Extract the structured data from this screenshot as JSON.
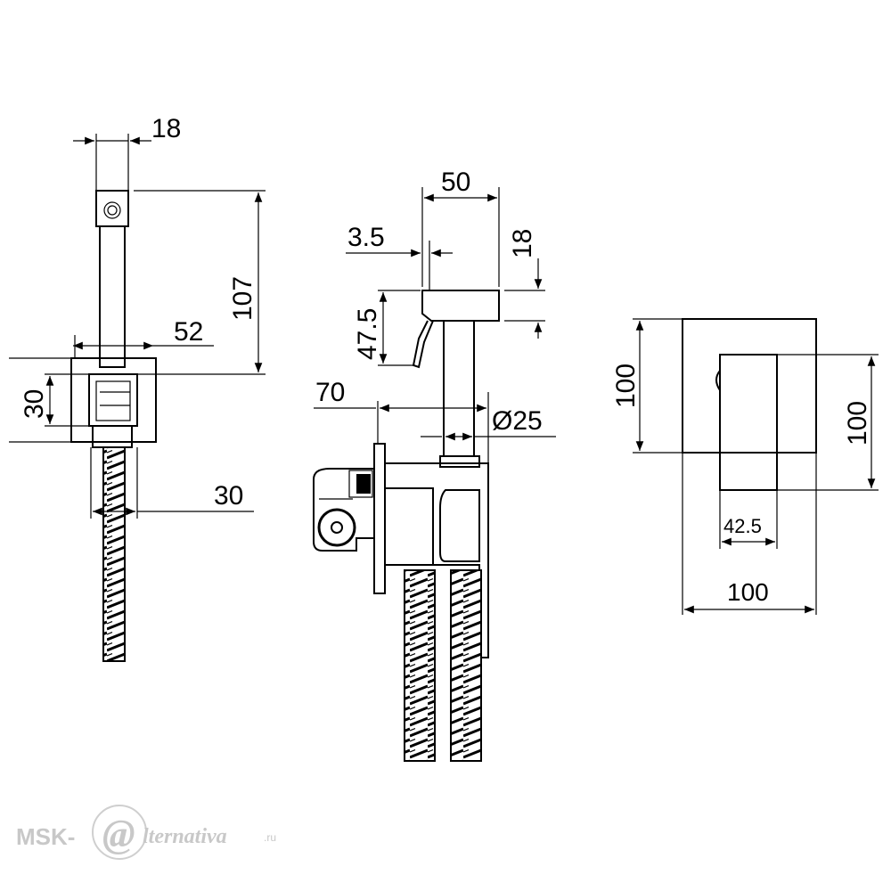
{
  "dimensions": {
    "left_width_18": "18",
    "left_height_107": "107",
    "left_width_52": "52",
    "left_height_30": "30",
    "left_width_30": "30",
    "mid_width_50": "50",
    "mid_offset_3_5": "3.5",
    "mid_height_18": "18",
    "mid_height_47_5": "47.5",
    "mid_depth_70": "70",
    "mid_diameter_25": "Ø25",
    "right_height_100_left": "100",
    "right_height_100_right": "100",
    "right_width_42_5": "42.5",
    "right_width_100": "100"
  },
  "watermark": {
    "prefix": "MSK-",
    "at": "@",
    "suffix": "lternativa",
    "tld": ".ru"
  }
}
